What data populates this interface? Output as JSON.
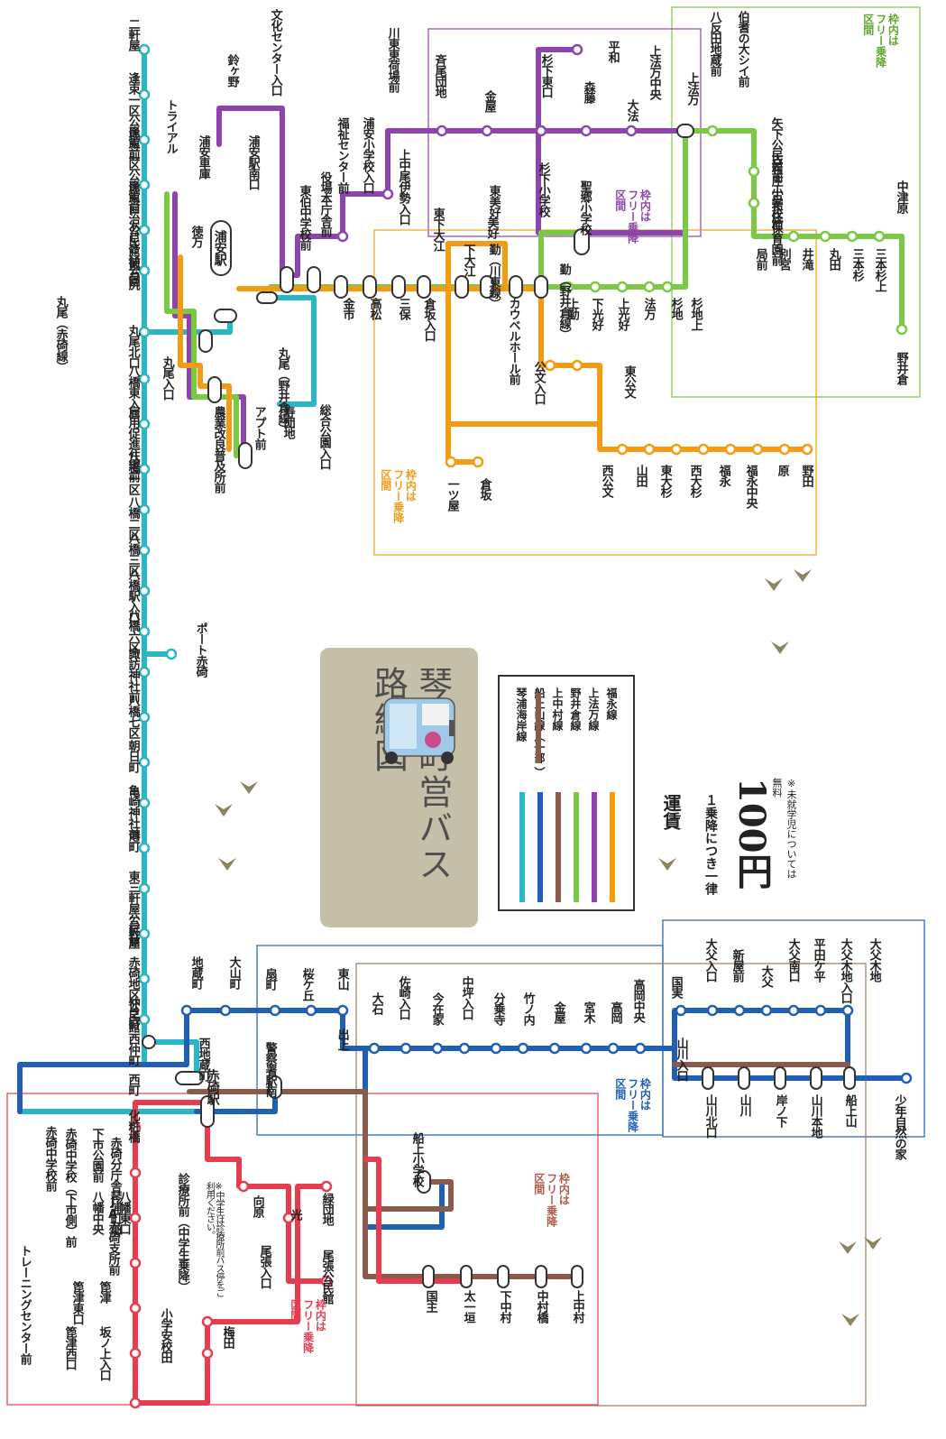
{
  "title": "琴浦町営バス\n路線図",
  "legend": {
    "heading_label": "",
    "items": [
      {
        "name": "琴浦海岸線",
        "color": "#29b6c6"
      },
      {
        "name": "船上山線（一部",
        "color": "#1f5fb5"
      },
      {
        "name": "上中村線",
        "color": "#8b5a4a"
      },
      {
        "name": "野井倉線",
        "color": "#7ac943"
      },
      {
        "name": "上法万線",
        "color": "#8e44ad"
      },
      {
        "name": "福永線",
        "color": "#f39c12"
      }
    ],
    "partial_suffix": "）"
  },
  "fare": {
    "label": "運賃",
    "rule": "１乗降につき一律",
    "amount": "100円",
    "note": "※未就学児については無料"
  },
  "free_zone_notes": {
    "green": "枠内は\nフリー乗降\n区間",
    "purple": "枠内は\nフリー乗降\n区間",
    "orange": "枠内は\nフリー乗降\n区間",
    "blue": "枠内は\nフリー乗降\n区間",
    "brown": "枠内は\nフリー乗降\n区間",
    "red": "枠内は\nフリー乗降\n区間"
  },
  "stations": {
    "urayasu": "浦安駅",
    "akasaki": "赤碕駅"
  },
  "stops": {
    "coastal": [
      "二軒屋",
      "逢束一区公民館前",
      "逢束二区公民館前",
      "逢束自治公民館前",
      "あじさい公園",
      "徳万尻",
      "丸尾北口",
      "八橋東入口",
      "雇用促進住宅前",
      "八橋一区",
      "八橋二区",
      "八橋三区",
      "八橋駅入口",
      "八橋六区",
      "諏訪神社前",
      "八橋七区",
      "朝日町",
      "亀崎神社前",
      "港町",
      "東三軒屋公民館",
      "三軒屋",
      "赤碕地区公民館",
      "仲之町",
      "西仲町",
      "西町",
      "化粧橋",
      "赤碕分庁舎琴浦町前",
      "JA赤碕支所前",
      "トレーニングセンター前"
    ],
    "coastal_branch": [
      "ポート赤碕"
    ],
    "coastal_misc": [
      "トライアル",
      "徳万",
      "浦安車庫",
      "浦安駅南口",
      "鈴ヶ野",
      "文化センター入口",
      "丸尾（赤碕線）",
      "丸尾入口",
      "農業改良普及所前",
      "アプト前",
      "寿団地",
      "総合公園入口",
      "丸尾（野井倉線）"
    ],
    "purple_line": [
      "東伯中学校前",
      "役場本庁舎前",
      "福祉センター前",
      "浦安小学校入口",
      "上中尾伊勢入口",
      "川東東荷場前",
      "斉尾団地",
      "金屋",
      "杉下東口",
      "森藤",
      "大法",
      "上法万中央",
      "上法万",
      "平和",
      "杉下小学校",
      "聖郷小学校"
    ],
    "green_line": [
      "金市",
      "高松",
      "三保",
      "倉坂入口",
      "八反田地蔵前",
      "伯耆の大シイ前",
      "矢下公民館前",
      "古布庄小学校前",
      "古布庄保育園前",
      "中津原",
      "局前",
      "別宮",
      "井滝",
      "丸田",
      "三本杉",
      "三本杉上",
      "野井倉",
      "上勤",
      "下光好",
      "上光好",
      "法万",
      "杉地",
      "杉地上",
      "勤（野井倉線）"
    ],
    "orange_line": [
      "東下大江",
      "東美好",
      "下大江",
      "勤（川東線）",
      "美好",
      "カウベルホール前",
      "公文入口",
      "東公文",
      "西公文",
      "山田",
      "東大杉",
      "西大杉",
      "福永",
      "福永中央",
      "原",
      "野田",
      "一ツ屋",
      "倉坂"
    ],
    "blue_line": [
      "地蔵町",
      "大山町",
      "扇町",
      "桜ケ丘",
      "東山",
      "西地蔵町",
      "警察署駅南",
      "出上",
      "大石",
      "佐崎入口",
      "今在家",
      "中坪入口",
      "分乗寺",
      "竹ノ内",
      "金屋",
      "宮木",
      "高岡",
      "高岡中央",
      "山川入口",
      "国実",
      "大父入口",
      "新屋前",
      "大父",
      "大父南口",
      "平田ケ平",
      "大父木地入口",
      "大父木地",
      "山川北口",
      "山川",
      "岸ノ下",
      "山川本地",
      "船上山",
      "少年自然の家"
    ],
    "brown_line": [
      "船上小学校",
      "国主",
      "太一垣",
      "下中村",
      "中村橋",
      "上中村"
    ],
    "red_line": [
      "赤碕中学校前",
      "赤碕中学校（下市側）前",
      "下市公園前",
      "八幡東口",
      "八幡中央",
      "箆津東口",
      "箆津",
      "箆津西口",
      "坂ノ上入口",
      "小学安校田",
      "梅田",
      "診療所前（中学生乗降）",
      "向原",
      "光",
      "緑団地",
      "尾張入口",
      "尾張公民館"
    ]
  },
  "notes": {
    "clinic": "※中学生は診療所前バス停をご利用ください。"
  }
}
